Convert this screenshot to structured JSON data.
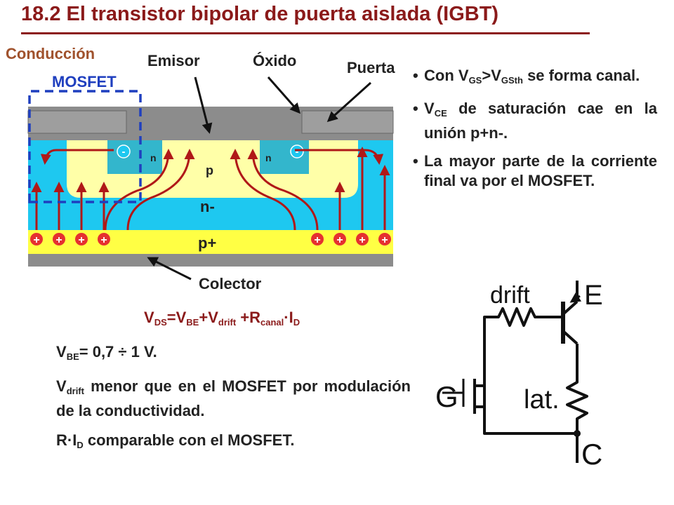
{
  "title": "18.2 El transistor bipolar de puerta aislada (IGBT)",
  "labels": {
    "conduccion": "Conducción",
    "mosfet": "MOSFET",
    "emisor": "Emisor",
    "oxido": "Óxido",
    "puerta": "Puerta",
    "colector": "Colector"
  },
  "device_regions": {
    "n_left": "n",
    "n_right": "n",
    "p": "p",
    "n_minus": "n-",
    "p_plus": "p+",
    "minus": "-",
    "plus": "+"
  },
  "bullets": [
    {
      "pre": "Con V",
      "sub1": "GS",
      "mid": ">V",
      "sub2": "GSth",
      "post": " se forma canal."
    },
    {
      "pre": "V",
      "sub1": "CE",
      "post": " de saturación cae en la unión p+n-."
    },
    {
      "text": "La mayor parte de la corriente final va por el MOSFET."
    }
  ],
  "equation": {
    "vds": "V",
    "vds_sub": "DS",
    "eq1": "=V",
    "vbe_sub": "BE",
    "eq2": "+V",
    "drift_sub": "drift",
    "eq3": " +R",
    "canal_sub": "canal",
    "eq4": "·I",
    "id_sub": "D"
  },
  "notes": {
    "vbe_pre": "V",
    "vbe_sub": "BE",
    "vbe_post": "= 0,7 ÷ 1 V.",
    "vdrift_pre": "V",
    "vdrift_sub": "drift",
    "vdrift_post": " menor que en el MOSFET por modulación de la conductividad.",
    "rid_pre": "R·I",
    "rid_sub": "D",
    "rid_post": " comparable con el MOSFET."
  },
  "circuit": {
    "drift": "drift",
    "E": "E",
    "G": "G",
    "lat": "lat.",
    "C": "C"
  },
  "colors": {
    "title": "#8b1a1a",
    "n_minus": "#1ec8f0",
    "p_plus": "#ffff44",
    "p_region": "#ffffa8",
    "n_region": "#33b6cc",
    "metal": "#8c8c8c",
    "current": "#b01818"
  }
}
